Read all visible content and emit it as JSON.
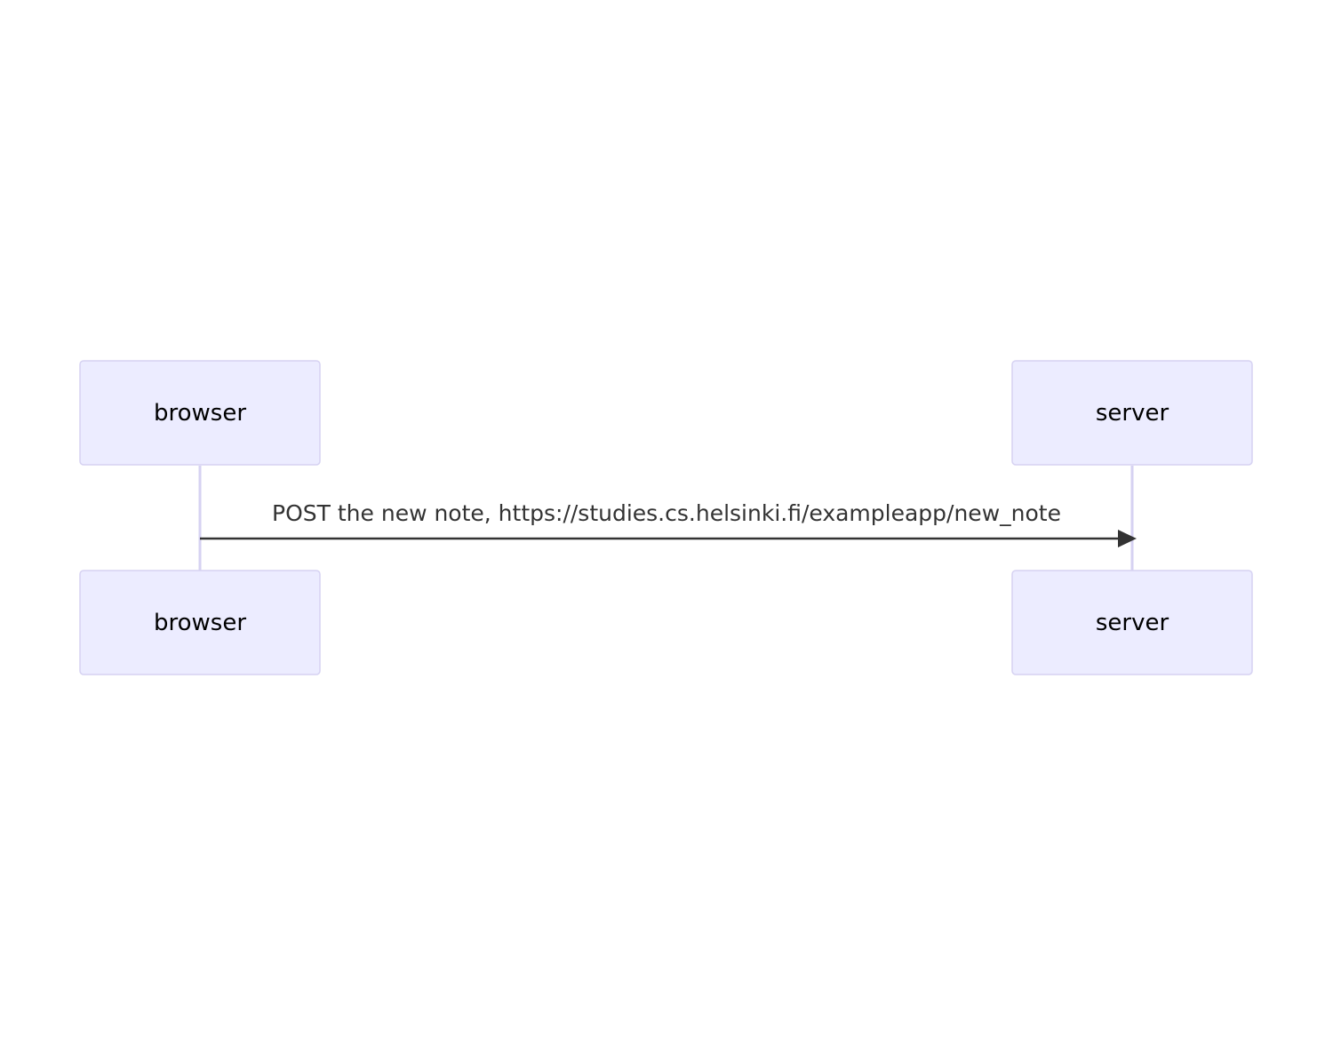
{
  "diagram": {
    "type": "sequence",
    "participants": [
      {
        "id": "browser",
        "label": "browser"
      },
      {
        "id": "server",
        "label": "server"
      }
    ],
    "messages": [
      {
        "from": "browser",
        "to": "server",
        "label": "POST the new note, https://studies.cs.helsinki.fi/exampleapp/new_note"
      }
    ],
    "colors": {
      "actor_fill": "#ECECFF",
      "actor_border": "#D6D2F2",
      "lifeline": "#D6D2F2",
      "message": "#333333",
      "text": "#000000"
    }
  }
}
